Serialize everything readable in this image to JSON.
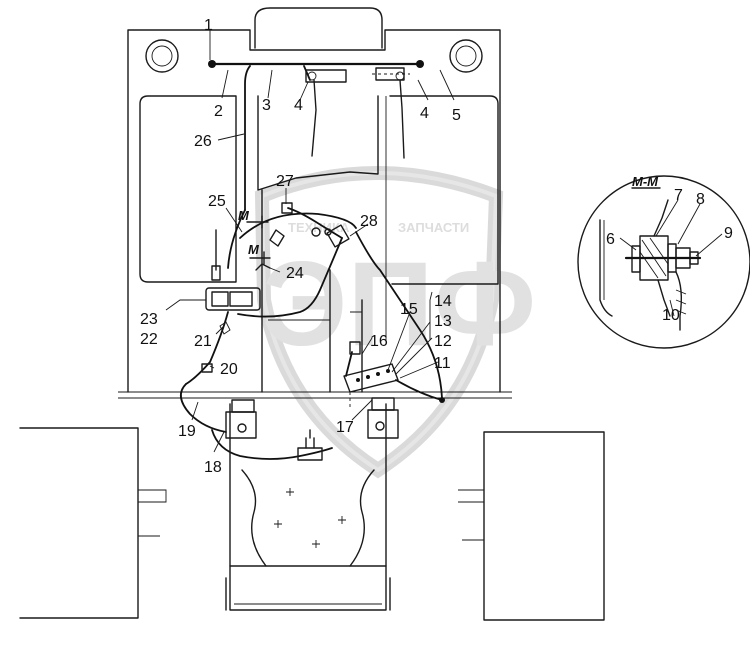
{
  "watermark": {
    "top_text": "ТЕХНИКА",
    "top_text_right": "ЗАПЧАСТИ",
    "logo_text": "ЭПФ"
  },
  "section": {
    "label": "M-M",
    "cut_marker": "M"
  },
  "callouts": [
    "1",
    "2",
    "3",
    "4",
    "4",
    "5",
    "26",
    "27",
    "25",
    "28",
    "24",
    "23",
    "22",
    "21",
    "20",
    "19",
    "18",
    "17",
    "16",
    "15",
    "14",
    "13",
    "12",
    "11",
    "6",
    "7",
    "8",
    "9",
    "10"
  ]
}
